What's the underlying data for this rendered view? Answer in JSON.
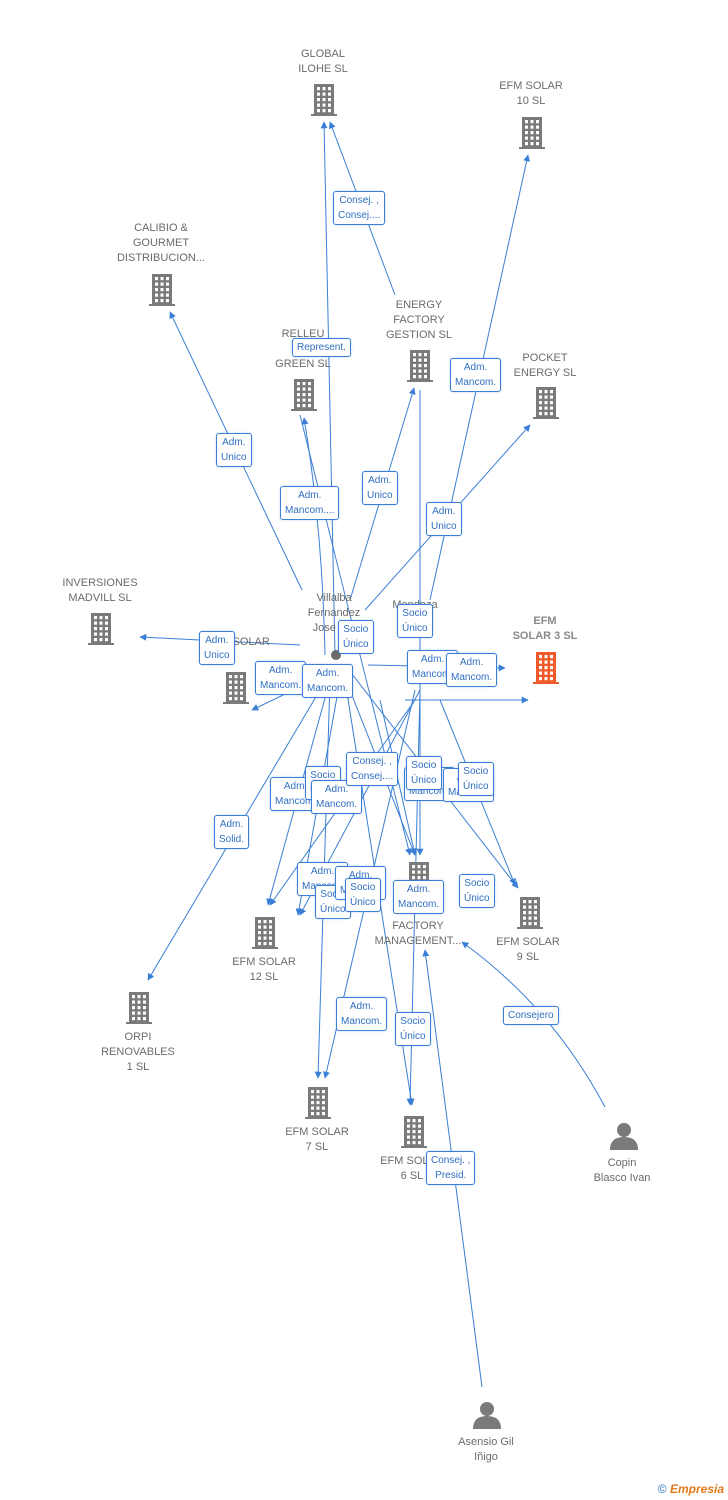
{
  "colors": {
    "edge": "#3a7fd5",
    "company_icon": "#7a7a7a",
    "highlight_icon": "#f05a28",
    "person_icon": "#7a7a7a",
    "label_text": "#6b6b6b"
  },
  "nodes": {
    "global_ilohe": {
      "label": "GLOBAL\nILOHE  SL",
      "type": "company"
    },
    "efm_solar_10": {
      "label": "EFM SOLAR\n10  SL",
      "type": "company"
    },
    "calibio": {
      "label": "CALIBIO &\nGOURMET\nDISTRIBUCION...",
      "type": "company"
    },
    "energy_factory_gestion": {
      "label": "ENERGY\nFACTORY\nGESTION  SL",
      "type": "company"
    },
    "relleu": {
      "label": "RELLEU\nLIFE\nGREEN  SL",
      "type": "company"
    },
    "pocket_energy": {
      "label": "POCKET\nENERGY  SL",
      "type": "company"
    },
    "inversiones_madvill": {
      "label": "INVERSIONES\nMADVILL  SL",
      "type": "company"
    },
    "efm_solar_3": {
      "label": "EFM\nSOLAR 3  SL",
      "type": "company-highlight"
    },
    "efm_solar_mid": {
      "label": "EFM SOLAR",
      "type": "company"
    },
    "villalba": {
      "label": "Villalba\nFernandez\nJose E...",
      "type": "person-dot"
    },
    "mendoza": {
      "label": "Mendoza",
      "type": "person-dot"
    },
    "energy_factory_management": {
      "label": "ENERGY\nFACTORY\nMANAGEMENT...",
      "type": "company"
    },
    "efm_solar_9": {
      "label": "EFM SOLAR\n9  SL",
      "type": "company"
    },
    "efm_solar_12": {
      "label": "EFM SOLAR\n12  SL",
      "type": "company"
    },
    "orpi_renovables": {
      "label": "ORPI\nRENOVABLES\n1  SL",
      "type": "company"
    },
    "efm_solar_7": {
      "label": "EFM SOLAR\n7  SL",
      "type": "company"
    },
    "efm_solar_6": {
      "label": "EFM SOLAR\n6  SL",
      "type": "company"
    },
    "copin": {
      "label": "Copin\nBlasco Ivan",
      "type": "person"
    },
    "asensio": {
      "label": "Asensio Gil\nIñigo",
      "type": "person"
    }
  },
  "edge_labels": [
    "Consej. ,\nConsej....",
    "Represent.",
    "Adm.\nMancom.",
    "Adm.\nUnico",
    "Adm.\nMancom....",
    "Adm.\nUnico",
    "Adm.\nUnico",
    "Adm.\nUnico",
    "Socio\nÚnico",
    "Socio\nÚnico",
    "Adm.\nMancom.",
    "Adm.\nMancom.",
    "Adm.\nMancom.",
    "Adm.\nMancom.",
    "Adm.\nSolid.",
    "Adm.\nMancom.",
    "Socio\nÚnico",
    "Adm.\nMancom.",
    "Consej. ,\nConsej....",
    "Adm.\nMancom.",
    "Adm.\nMancom.",
    "Socio\nÚnico",
    "Adm.\nMancom.",
    "Socio\nÚnico",
    "Adm.\nMancom.",
    "Socio\nÚnico",
    "Adm.\nMancom.",
    "Adm.\nMancom.",
    "Socio\nÚnico",
    "Socio\nÚnico",
    "Socio\nÚnico",
    "Consejero",
    "Consej. ,\nPresid."
  ],
  "copyright": {
    "symbol": "©",
    "brand": "Empresia"
  }
}
